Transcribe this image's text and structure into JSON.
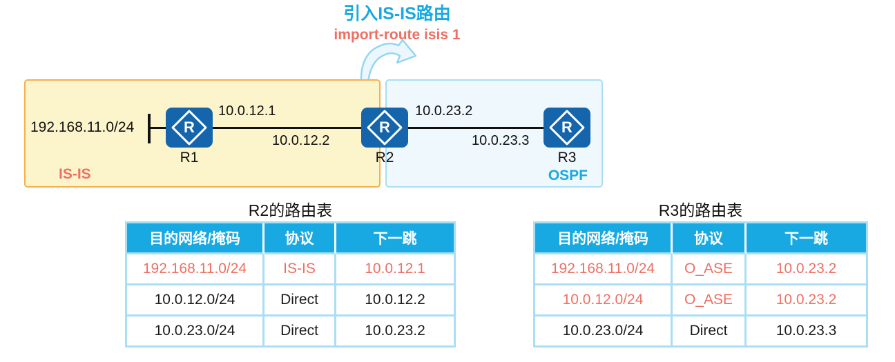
{
  "colors": {
    "accent_cyan": "#18A9E2",
    "highlight_salmon": "#EE6F63",
    "router_blue": "#1465AC",
    "isis_zone_fill": "#FCF5CB",
    "isis_zone_border": "#F8AF4C",
    "ospf_zone_fill": "#EFF9FD",
    "ospf_zone_border": "#A9DEF4",
    "table_border": "#A9DEF4"
  },
  "header": {
    "title": "引入IS-IS路由",
    "command": "import-route isis 1"
  },
  "diagram": {
    "arrow_icon": "curved-redistribution-arrow",
    "zones": [
      {
        "label": "IS-IS"
      },
      {
        "label": "OSPF"
      }
    ],
    "stub_network": "192.168.11.0/24",
    "routers": [
      {
        "name": "R1"
      },
      {
        "name": "R2"
      },
      {
        "name": "R3"
      }
    ],
    "links": [
      {
        "label_top": "10.0.12.1",
        "label_bottom": "10.0.12.2"
      },
      {
        "label_top": "10.0.23.2",
        "label_bottom": "10.0.23.3"
      }
    ]
  },
  "tables": [
    {
      "title": "R2的路由表",
      "headers": [
        "目的网络/掩码",
        "协议",
        "下一跳"
      ],
      "rows": [
        {
          "cells": [
            "192.168.11.0/24",
            "IS-IS",
            "10.0.12.1"
          ],
          "highlight": true
        },
        {
          "cells": [
            "10.0.12.0/24",
            "Direct",
            "10.0.12.2"
          ],
          "highlight": false
        },
        {
          "cells": [
            "10.0.23.0/24",
            "Direct",
            "10.0.23.2"
          ],
          "highlight": false
        }
      ]
    },
    {
      "title": "R3的路由表",
      "headers": [
        "目的网络/掩码",
        "协议",
        "下一跳"
      ],
      "rows": [
        {
          "cells": [
            "192.168.11.0/24",
            "O_ASE",
            "10.0.23.2"
          ],
          "highlight": true
        },
        {
          "cells": [
            "10.0.12.0/24",
            "O_ASE",
            "10.0.23.2"
          ],
          "highlight": true
        },
        {
          "cells": [
            "10.0.23.0/24",
            "Direct",
            "10.0.23.3"
          ],
          "highlight": false
        }
      ]
    }
  ]
}
